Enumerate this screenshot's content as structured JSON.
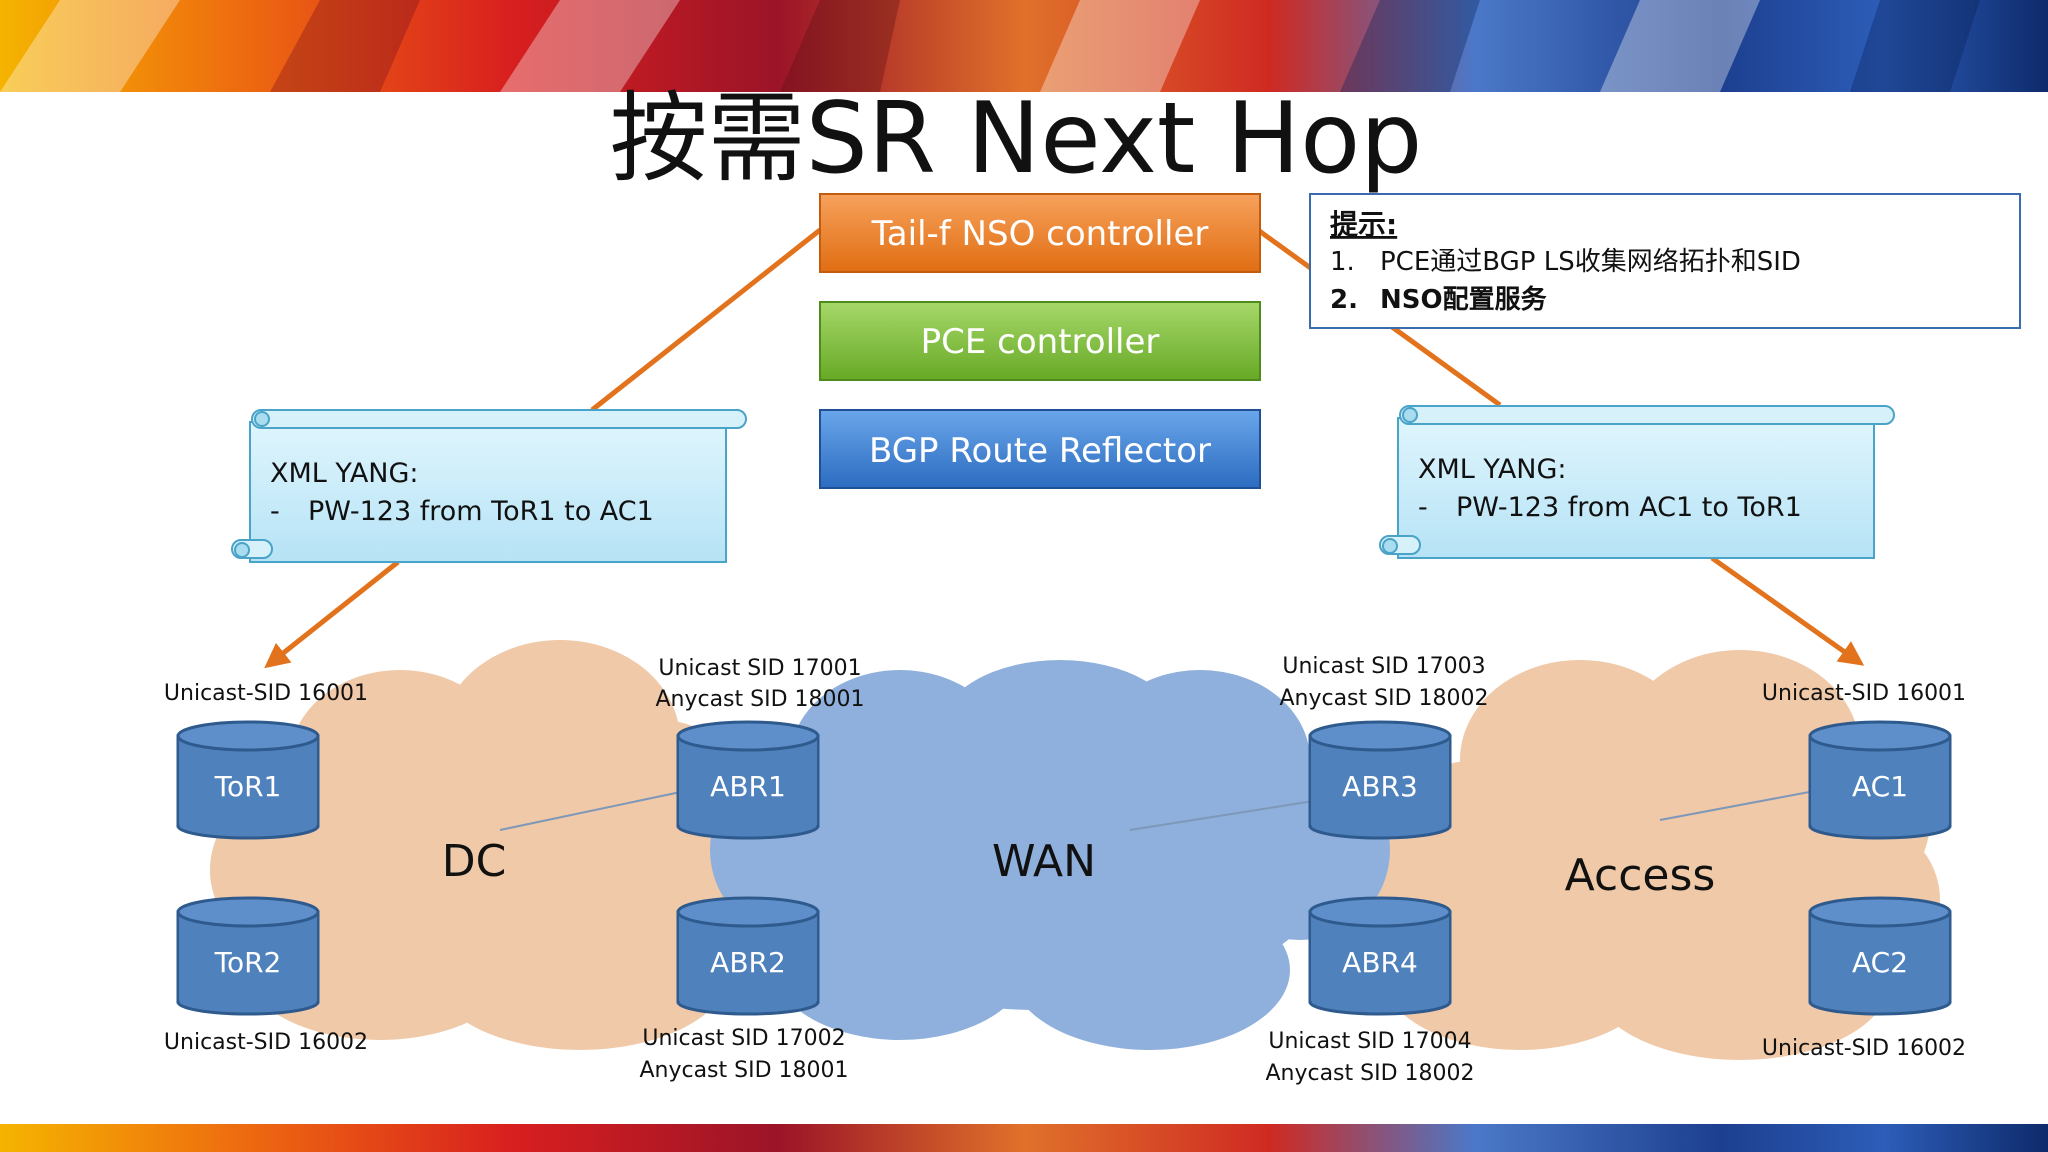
{
  "title": "按需SR Next Hop",
  "controllers": {
    "nso": "Tail-f NSO controller",
    "pce": "PCE controller",
    "bgp_rr": "BGP Route Reflector"
  },
  "hint": {
    "heading": "提示:",
    "items": [
      {
        "num": "1.",
        "text": "PCE通过BGP LS收集网络拓扑和SID"
      },
      {
        "num": "2.",
        "text": "NSO配置服务"
      }
    ]
  },
  "scroll_left": {
    "line1": "XML YANG:",
    "dash": "-",
    "line2": "PW-123 from ToR1 to AC1"
  },
  "scroll_right": {
    "line1": "XML YANG:",
    "dash": "-",
    "line2": "PW-123 from AC1 to ToR1"
  },
  "clouds": {
    "dc": "DC",
    "wan": "WAN",
    "access": "Access"
  },
  "nodes": {
    "tor1": {
      "label": "ToR1",
      "sid": "Unicast-SID 16001"
    },
    "tor2": {
      "label": "ToR2",
      "sid": "Unicast-SID 16002"
    },
    "abr1": {
      "label": "ABR1",
      "sid1": "Unicast SID 17001",
      "sid2": "Anycast SID 18001"
    },
    "abr2": {
      "label": "ABR2",
      "sid1": "Unicast SID 17002",
      "sid2": "Anycast SID 18001"
    },
    "abr3": {
      "label": "ABR3",
      "sid1": "Unicast SID 17003",
      "sid2": "Anycast SID 18002"
    },
    "abr4": {
      "label": "ABR4",
      "sid1": "Unicast SID 17004",
      "sid2": "Anycast SID 18002"
    },
    "ac1": {
      "label": "AC1",
      "sid": "Unicast-SID 16001"
    },
    "ac2": {
      "label": "AC2",
      "sid": "Unicast-SID 16002"
    }
  },
  "colors": {
    "nso_box": "#f0822a",
    "pce_box": "#7fbf35",
    "bgp_box": "#3a7fd0",
    "router": "#4f81bd",
    "router_dark": "#2f5a8e",
    "cloud_peach": "#efc9a8",
    "cloud_blue": "#8fb0dc",
    "scroll_fill": "#c9ecfa",
    "arrow": "#e2721b"
  }
}
